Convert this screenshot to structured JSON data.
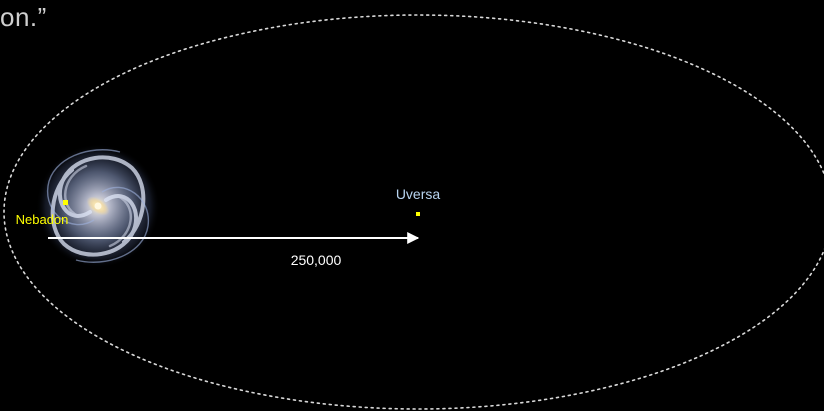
{
  "caption_fragment": "on.”",
  "labels": {
    "nebadon": "Nebadon",
    "uversa": "Uversa",
    "distance": "250,000"
  },
  "colors": {
    "background": "#000000",
    "orbit_ellipse": "#d9d9d9",
    "arrow": "#ffffff",
    "nebadon_label": "#ffff00",
    "uversa_label": "#b8d4f0",
    "distance_label": "#ffffff",
    "marker": "#ffff00",
    "caption": "#cfcfcf"
  },
  "icons": {
    "galaxy": "spiral-galaxy-icon",
    "nebadon_marker": "point-marker",
    "uversa_marker": "point-marker"
  }
}
